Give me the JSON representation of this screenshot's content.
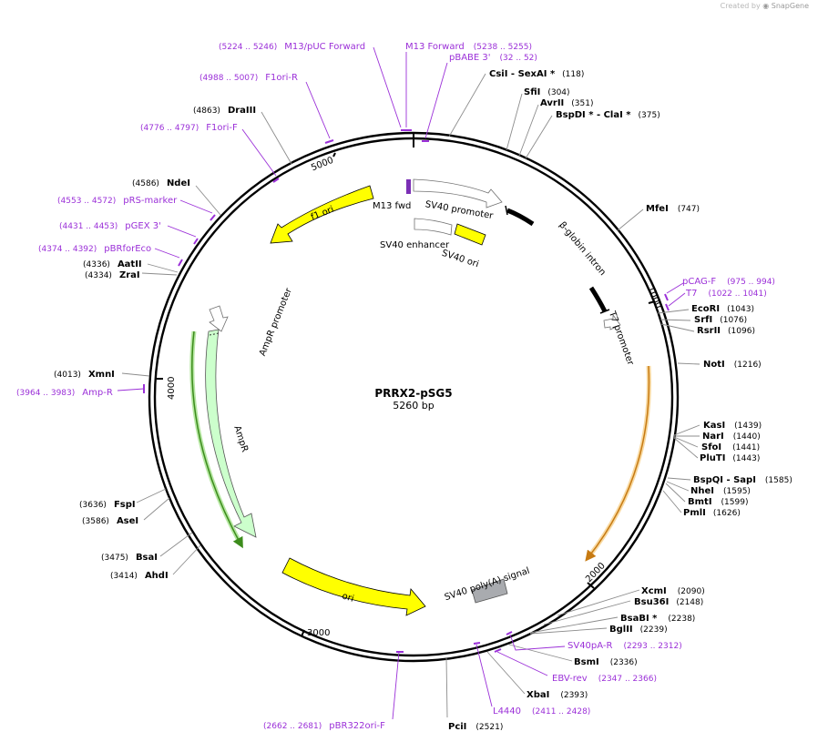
{
  "app": {
    "credit_prefix": "Created by",
    "credit_brand": "SnapGene"
  },
  "plasmid": {
    "name": "PRRX2-pSG5",
    "size_label": "5260 bp"
  },
  "ticks": [
    "5000",
    "1000",
    "2000",
    "3000",
    "4000"
  ],
  "features": {
    "f1_ori": "f1 ori",
    "m13_fwd": "M13 fwd",
    "sv40_promoter": "SV40 promoter",
    "sv40_enhancer": "SV40 enhancer",
    "sv40_ori": "SV40 ori",
    "beta_globin_intron": "β-globin intron",
    "t7_promoter": "T7 promoter",
    "ampr_promoter": "AmpR promoter",
    "ampr": "AmpR",
    "ori": "ori",
    "sv40_polya": "SV40 poly(A) signal"
  },
  "enzymes": {
    "csii": {
      "name": "CsiI",
      "extra": " - SexAI *",
      "pos": "(118)"
    },
    "sfii": {
      "name": "SfiI",
      "pos": "(304)"
    },
    "avrii": {
      "name": "AvrII",
      "pos": "(351)"
    },
    "bspdi": {
      "name": "BspDI *",
      "extra": " - ClaI *",
      "pos": "(375)"
    },
    "mfei": {
      "name": "MfeI",
      "pos": "(747)"
    },
    "ecori": {
      "name": "EcoRI",
      "pos": "(1043)"
    },
    "srfi": {
      "name": "SrfI",
      "pos": "(1076)"
    },
    "rsrii": {
      "name": "RsrII",
      "pos": "(1096)"
    },
    "noti": {
      "name": "NotI",
      "pos": "(1216)"
    },
    "kasi": {
      "name": "KasI",
      "pos": "(1439)"
    },
    "nari": {
      "name": "NarI",
      "pos": "(1440)"
    },
    "sfoi": {
      "name": "SfoI",
      "pos": "(1441)"
    },
    "pluti": {
      "name": "PluTI",
      "pos": "(1443)"
    },
    "bspqi": {
      "name": "BspQI",
      "extra": " - SapI",
      "pos": "(1585)"
    },
    "nhei": {
      "name": "NheI",
      "pos": "(1595)"
    },
    "bmti": {
      "name": "BmtI",
      "pos": "(1599)"
    },
    "pmli": {
      "name": "PmlI",
      "pos": "(1626)"
    },
    "xcmi": {
      "name": "XcmI",
      "pos": "(2090)"
    },
    "bsu36i": {
      "name": "Bsu36I",
      "pos": "(2148)"
    },
    "bsabi": {
      "name": "BsaBI *",
      "pos": "(2238)"
    },
    "bglii": {
      "name": "BglII",
      "pos": "(2239)"
    },
    "bsmi": {
      "name": "BsmI",
      "pos": "(2336)"
    },
    "xbai": {
      "name": "XbaI",
      "pos": "(2393)"
    },
    "pcii": {
      "name": "PciI",
      "pos": "(2521)"
    },
    "ahdi": {
      "name": "AhdI",
      "pos": "(3414)"
    },
    "bsai": {
      "name": "BsaI",
      "pos": "(3475)"
    },
    "asei": {
      "name": "AseI",
      "pos": "(3586)"
    },
    "fspi": {
      "name": "FspI",
      "pos": "(3636)"
    },
    "xmni": {
      "name": "XmnI",
      "pos": "(4013)"
    },
    "zrai": {
      "name": "ZraI",
      "pos": "(4334)"
    },
    "aatii": {
      "name": "AatII",
      "pos": "(4336)"
    },
    "ndei": {
      "name": "NdeI",
      "pos": "(4586)"
    },
    "draiii": {
      "name": "DraIII",
      "pos": "(4863)"
    }
  },
  "primers": {
    "m13puc": {
      "name": "M13/pUC Forward",
      "range": "(5224 .. 5246)"
    },
    "m13fwd": {
      "name": "M13 Forward",
      "range": "(5238 .. 5255)"
    },
    "pbabe3": {
      "name": "pBABE 3'",
      "range": "(32 .. 52)"
    },
    "f1orir": {
      "name": "F1ori-R",
      "range": "(4988 .. 5007)"
    },
    "f1orif": {
      "name": "F1ori-F",
      "range": "(4776 .. 4797)"
    },
    "prs": {
      "name": "pRS-marker",
      "range": "(4553 .. 4572)"
    },
    "pgex3": {
      "name": "pGEX 3'",
      "range": "(4431 .. 4453)"
    },
    "pbrforeco": {
      "name": "pBRforEco",
      "range": "(4374 .. 4392)"
    },
    "ampr": {
      "name": "Amp-R",
      "range": "(3964 .. 3983)"
    },
    "pcagf": {
      "name": "pCAG-F",
      "range": "(975 .. 994)"
    },
    "t7": {
      "name": "T7",
      "range": "(1022 .. 1041)"
    },
    "sv40par": {
      "name": "SV40pA-R",
      "range": "(2293 .. 2312)"
    },
    "ebvrev": {
      "name": "EBV-rev",
      "range": "(2347 .. 2366)"
    },
    "l4440": {
      "name": "L4440",
      "range": "(2411 .. 2428)"
    },
    "pbr322": {
      "name": "pBR322ori-F",
      "range": "(2662 .. 2681)"
    }
  },
  "colors": {
    "primer": "#9b30d8",
    "yellow_feature": "#ffff00",
    "ampr_fill": "#ccffcc",
    "orange_arc": "#f5a623",
    "green_arc": "#3c8c1c",
    "polya_box": "#a9abaf"
  }
}
